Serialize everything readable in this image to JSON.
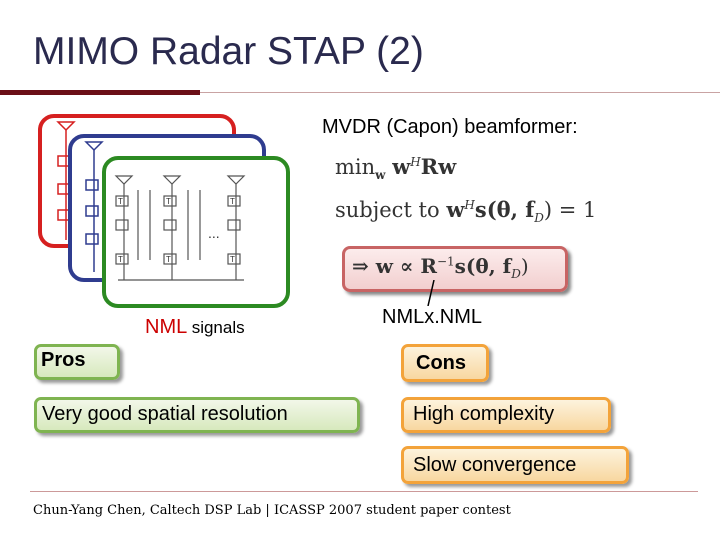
{
  "slide": {
    "title": "MIMO Radar STAP (2)",
    "heading": "MVDR (Capon) beamformer:",
    "eq_min": "min",
    "eq_min_sub": "w",
    "eq_obj": "w",
    "eq_obj_sup": "H",
    "eq_obj_tail": "Rw",
    "eq_subject": "subject to ",
    "eq_constraint_w": "w",
    "eq_constraint_sup": "H",
    "eq_constraint_rest": "s(θ, f",
    "eq_constraint_sub": "D",
    "eq_constraint_end": ") = 1",
    "eq_result_implies": "⇒ w ∝ ",
    "eq_result_R": "R",
    "eq_result_inv": "−1",
    "eq_result_rest": "s(θ, f",
    "eq_result_sub": "D",
    "eq_result_end": ")",
    "nmlx_label": "NMLx.NML",
    "nml_word": "NML",
    "nml_signals": "signals",
    "pros_label": "Pros",
    "pros_items": [
      "Very good spatial resolution"
    ],
    "cons_label": "Cons",
    "cons_items": [
      "High complexity",
      "Slow convergence"
    ],
    "diagram_tap_letter": "T",
    "diagram_ellipsis": "...",
    "footer": "Chun-Yang Chen, Caltech DSP Lab | ICASSP 2007 student paper contest"
  },
  "colors": {
    "title": "#2a2a4e",
    "accent_bar": "#6b0f17",
    "frame_red": "#d62020",
    "frame_blue": "#2f3c8f",
    "frame_green": "#2c8a22",
    "pros_border": "#7fb451",
    "cons_border": "#f3a33a",
    "nml_red": "#cc0000"
  }
}
